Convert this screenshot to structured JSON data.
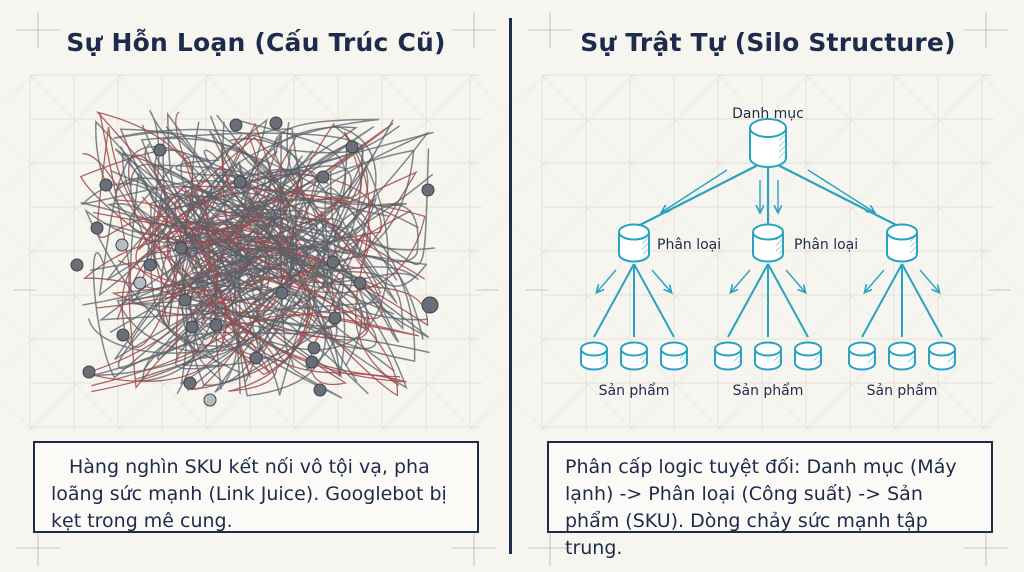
{
  "left": {
    "title": "Sự Hỗn Loạn (Cấu Trúc Cũ)",
    "caption": "Hàng nghìn SKU kết nối vô tội vạ, pha loãng sức mạnh (Link Juice). Googlebot bị kẹt trong mê cung."
  },
  "right": {
    "title": "Sự Trật Tự (Silo Structure)",
    "root_label": "Danh mục",
    "category_label": "Phân loại",
    "product_label": "Sản phẩm",
    "caption": "Phân cấp logic tuyệt đối: Danh mục (Máy lạnh) -> Phân loại (Công suất) -> Sản phẩm (SKU). Dòng chảy sức mạnh tập trung."
  },
  "colors": {
    "navy": "#1d2b4c",
    "teal": "#2aa3c0",
    "tangle_gray": "#5b6068",
    "tangle_red": "#a04a4a",
    "background": "#f7f5ef"
  }
}
